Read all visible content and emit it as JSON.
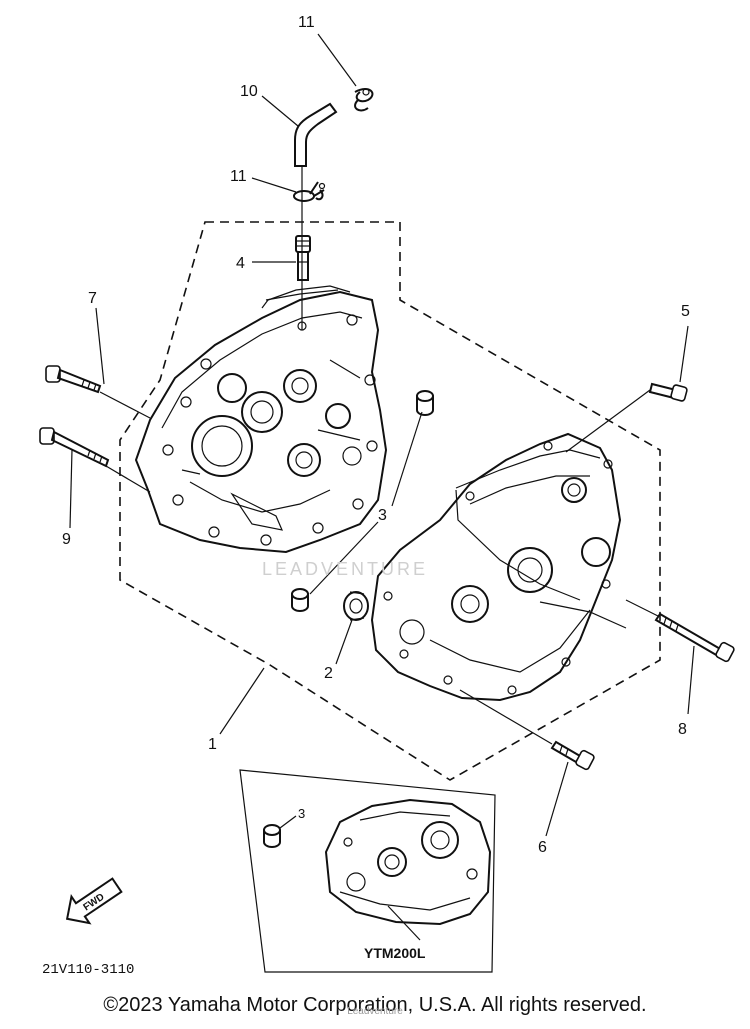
{
  "callouts": {
    "p11_top": "11",
    "p10": "10",
    "p11_mid": "11",
    "p4": "4",
    "p7": "7",
    "p9": "9",
    "p5": "5",
    "p3_main": "3",
    "p2": "2",
    "p1": "1",
    "p8": "8",
    "p6": "6",
    "p3_inset": "3"
  },
  "inset_model": "YTM200L",
  "fwd_label": "FWD",
  "diagram_code": "21V110-3110",
  "watermark": "LEADVENTURE",
  "copyright": "©2023 Yamaha Motor Corporation, U.S.A. All rights reserved.",
  "footer_overlay": "Leadventure"
}
